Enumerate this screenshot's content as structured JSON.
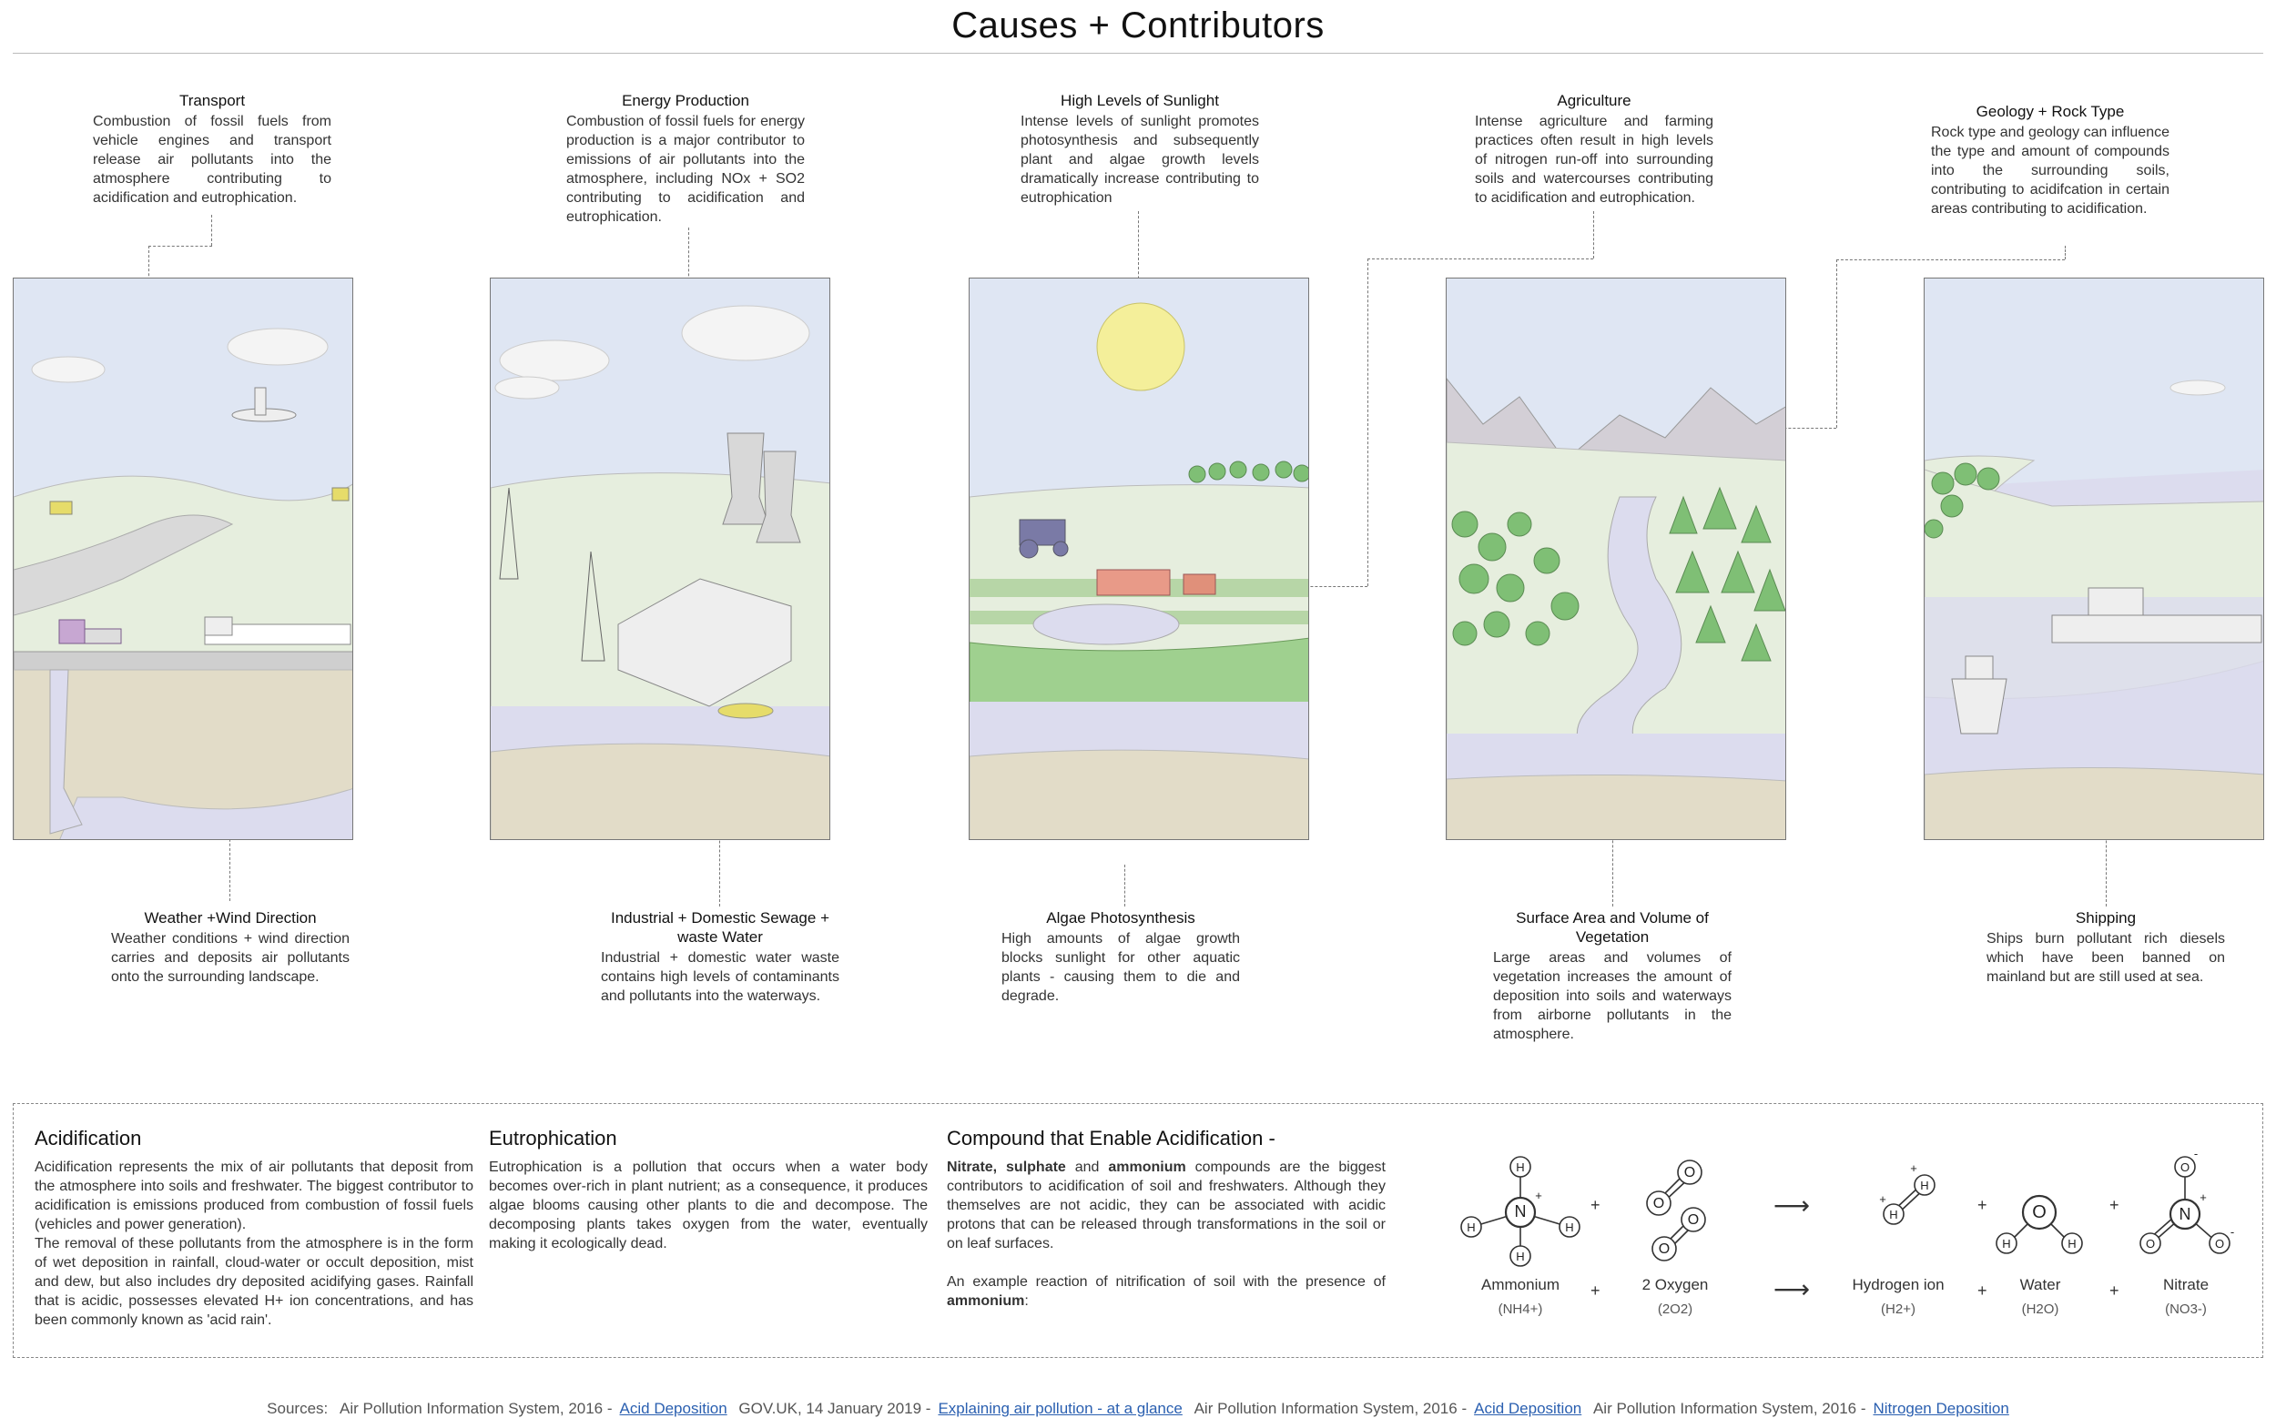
{
  "title": "Causes + Contributors",
  "top_captions": [
    {
      "heading": "Transport",
      "body": "Combustion of fossil fuels from vehicle engines and transport release air pollutants into the atmosphere contributing to acidification and eutrophication."
    },
    {
      "heading": "Energy Production",
      "body": "Combustion of fossil fuels for energy production is a major contributor to emissions of air pollutants into the atmosphere, including NOx + SO2 contributing to acidification and eutrophication."
    },
    {
      "heading": "High Levels of Sunlight",
      "body": "Intense levels of sunlight promotes photosynthesis and subsequently plant and algae growth levels dramatically increase contributing to eutrophication"
    },
    {
      "heading": "Agriculture",
      "body": "Intense agriculture and farming practices often result in high levels of nitrogen run-off into surrounding soils and watercourses contributing to acidification and eutrophication."
    },
    {
      "heading": "Geology + Rock Type",
      "body": "Rock type and geology can influence the type and amount of compounds into the surrounding soils, contributing to acidifcation in certain areas contributing to acidification."
    }
  ],
  "bottom_captions": [
    {
      "heading": "Weather +Wind Direction",
      "body": "Weather conditions + wind direction carries and deposits air pollutants onto the surrounding landscape."
    },
    {
      "heading": "Industrial + Domestic Sewage + waste Water",
      "body": "Industrial + domestic water waste contains high levels of contaminants and pollutants into the waterways."
    },
    {
      "heading": "Algae Photosynthesis",
      "body": "High amounts of algae growth blocks sunlight for other aquatic plants - causing them to die and degrade."
    },
    {
      "heading": "Surface Area and Volume of Vegetation",
      "body": "Large areas and volumes of vegetation increases the amount of deposition into soils and waterways from airborne pollutants in the atmosphere."
    },
    {
      "heading": "Shipping",
      "body": "Ships burn pollutant rich diesels which have been banned on mainland but are still used at sea."
    }
  ],
  "info": {
    "acidification": {
      "heading": "Acidification",
      "p1": "Acidification represents the mix of air pollutants that deposit from the atmosphere into soils and freshwater. The biggest contributor to acidification is emissions produced from combustion of fossil fuels (vehicles and power generation).",
      "p2": "The removal of these pollutants from the atmosphere is in the form of wet deposition in rainfall, cloud-water or occult deposition, mist and dew, but also includes dry deposited acidifying gases. Rainfall that is acidic, possesses elevated H+ ion concentrations, and has been commonly known as 'acid rain'."
    },
    "eutrophication": {
      "heading": "Eutrophication",
      "p1": "Eutrophication is a pollution that occurs when a water body becomes over-rich in plant nutrient; as a consequence, it produces algae blooms causing other plants to die and decompose. The decomposing plants takes oxygen from the water, eventually making it ecologically dead."
    },
    "compound": {
      "heading": "Compound that Enable Acidification -",
      "b1": "Nitrate, sulphate",
      "t1": " and ",
      "b2": "ammonium",
      "t2": " compounds are the biggest contributors to acidification of soil and freshwaters. Although they themselves are not acidic, they can be associated with acidic protons that can be released through transformations in the soil or on leaf surfaces.",
      "p2": "An example reaction of nitrification of soil with the presence of ",
      "p2b": "ammonium",
      "p2end": ":"
    }
  },
  "molecules": [
    {
      "name": "Ammonium",
      "formula": "(NH4+)"
    },
    {
      "name": "2 Oxygen",
      "formula": "(2O2)"
    },
    {
      "name": "Hydrogen ion",
      "formula": "(H2+)"
    },
    {
      "name": "Water",
      "formula": "(H2O)"
    },
    {
      "name": "Nitrate",
      "formula": "(NO3-)"
    }
  ],
  "atoms": {
    "h": "H",
    "n": "N",
    "o": "O",
    "plus": "+",
    "minus": "-"
  },
  "operators": {
    "plus": "+",
    "arrow": "⟶"
  },
  "sources": {
    "label": "Sources:",
    "items": [
      {
        "text": "Air Pollution Information System, 2016 -",
        "link": "Acid Deposition"
      },
      {
        "text": "GOV.UK, 14 January 2019 -",
        "link": "Explaining air pollution - at a glance"
      },
      {
        "text": "Air Pollution Information System, 2016 -",
        "link": "Acid Deposition"
      },
      {
        "text": "Air Pollution Information System, 2016 -",
        "link": "Nitrogen Deposition"
      }
    ]
  },
  "colors": {
    "sky": "#dfe6f3",
    "grass": "#e6eede",
    "water": "#dcdcee",
    "soil": "#e2dcc8",
    "tree": "#7fbf75",
    "sun": "#f4ef9a"
  }
}
